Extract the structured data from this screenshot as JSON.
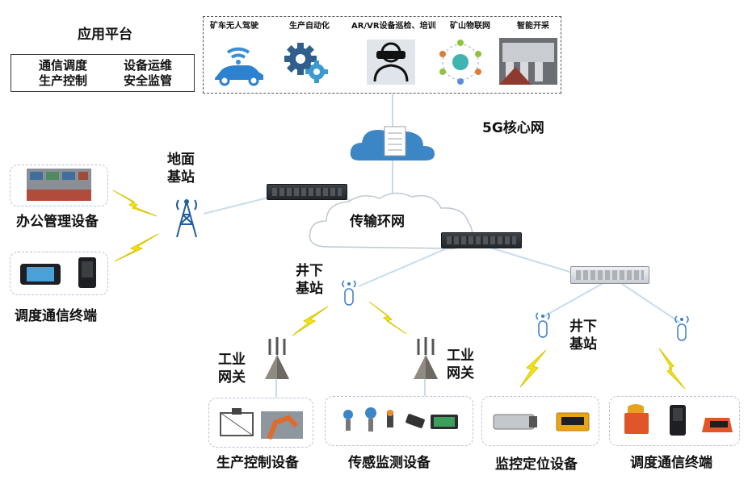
{
  "app_platform": {
    "title": "应用平台",
    "items": [
      "通信调度",
      "设备运维",
      "生产控制",
      "安全监管"
    ]
  },
  "applications": [
    {
      "label": "矿车无人驾驶",
      "icon": "car-wifi-icon"
    },
    {
      "label": "生产自动化",
      "icon": "gears-icon"
    },
    {
      "label": "AR/VR设备巡检、培训",
      "icon": "vr-headset-icon"
    },
    {
      "label": "矿山物联网",
      "icon": "iot-network-icon"
    },
    {
      "label": "智能开采",
      "icon": "mining-machine-icon"
    }
  ],
  "core_network": {
    "label": "5G核心网",
    "icon": "cloud-server-icon"
  },
  "transport_ring": {
    "label": "传输环网",
    "icon": "cloud-icon"
  },
  "ground_station": {
    "label_line1": "地面",
    "label_line2": "基站",
    "icon": "cell-tower-icon"
  },
  "office_devices": {
    "label": "办公管理设备",
    "icon": "control-room-icon"
  },
  "dispatch_terminal_left": {
    "label": "调度通信终端",
    "icon": "mobile-terminal-icon"
  },
  "underground_station_left": {
    "label_line1": "井下",
    "label_line2": "基站",
    "icon": "antenna-icon"
  },
  "underground_station_right": {
    "label_line1": "井下",
    "label_line2": "基站",
    "icon": "antenna-icon"
  },
  "industrial_gateway_left": {
    "label_line1": "工业",
    "label_line2": "网关",
    "icon": "gateway-icon"
  },
  "industrial_gateway_right": {
    "label_line1": "工业",
    "label_line2": "网关",
    "icon": "gateway-icon"
  },
  "device_groups": [
    {
      "label": "生产控制设备",
      "icon": "robot-arm-icon"
    },
    {
      "label": "传感监测设备",
      "icon": "sensor-icon"
    },
    {
      "label": "监控定位设备",
      "icon": "camera-icon"
    },
    {
      "label": "调度通信终端",
      "icon": "handheld-terminal-icon"
    }
  ],
  "colors": {
    "link_line": "#b9d3e8",
    "wireless_bolt": "#f2e21a",
    "cloud_blue": "#3d86c6",
    "device_box_border": "#b8c2d6"
  }
}
